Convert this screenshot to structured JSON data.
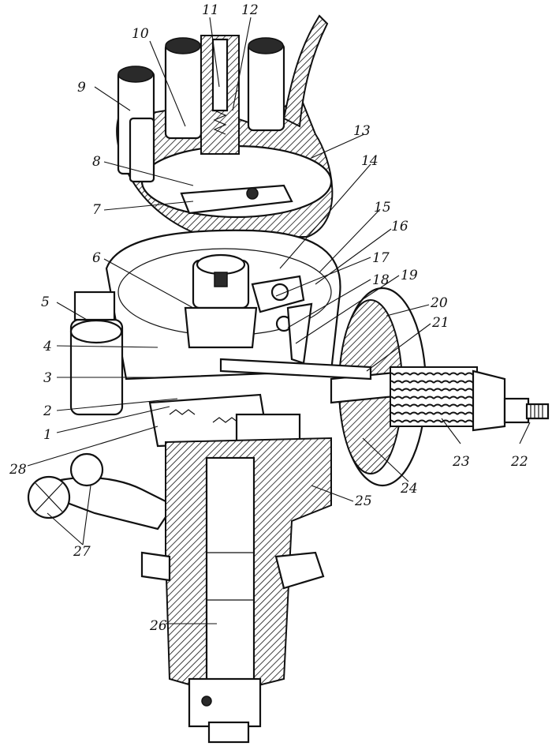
{
  "figure": {
    "callouts": [
      {
        "label": "1"
      },
      {
        "label": "2"
      },
      {
        "label": "3"
      },
      {
        "label": "4"
      },
      {
        "label": "5"
      },
      {
        "label": "6"
      },
      {
        "label": "7"
      },
      {
        "label": "8"
      },
      {
        "label": "9"
      },
      {
        "label": "10"
      },
      {
        "label": "11"
      },
      {
        "label": "12"
      },
      {
        "label": "13"
      },
      {
        "label": "14"
      },
      {
        "label": "15"
      },
      {
        "label": "16"
      },
      {
        "label": "17"
      },
      {
        "label": "18"
      },
      {
        "label": "19"
      },
      {
        "label": "20"
      },
      {
        "label": "21"
      },
      {
        "label": "22"
      },
      {
        "label": "23"
      },
      {
        "label": "24"
      },
      {
        "label": "25"
      },
      {
        "label": "26"
      },
      {
        "label": "27"
      },
      {
        "label": "28"
      }
    ]
  }
}
